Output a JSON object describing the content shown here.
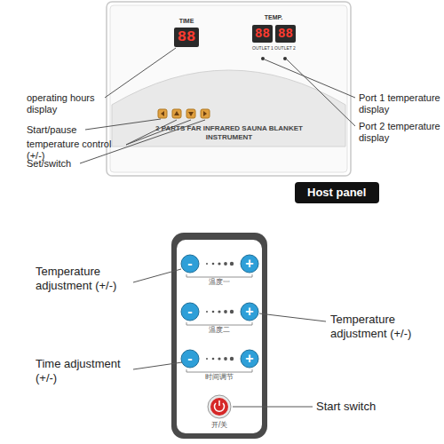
{
  "diagram": {
    "nodes": [
      {
        "text": [
          "Host panel"
        ]
      }
    ],
    "labels": [
      "operating hours display",
      "Start/pause",
      "temperature control (+/-)",
      "Set/switch",
      "TIME",
      "TEMP.",
      "88",
      "88",
      "88",
      "OUTLET 1",
      "OUTLET 2",
      "2 PARTS FAR INFRARED SAUNA BLANKET INSTRUMENT",
      "Port 1 temperature display",
      "Port 2 temperature display",
      "Temperature adjustment (+/-)",
      "Temperature adjustment (+/-)",
      "Time adjustment (+/-)",
      "Start switch",
      "温度一",
      "温度二",
      "时间调节",
      "开/关",
      "-",
      "+",
      "-",
      "+",
      "-",
      "+"
    ]
  }
}
